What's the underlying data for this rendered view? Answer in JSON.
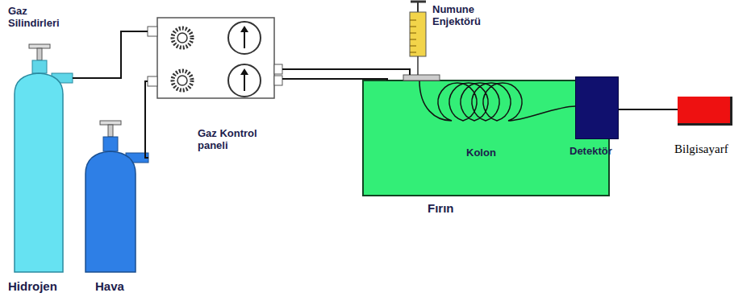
{
  "diagram": {
    "nodes": [
      {
        "text": [
          "Hidrojen"
        ]
      },
      {
        "text": [
          "Hava"
        ]
      },
      {
        "text": [
          "Gaz Kontrol paneli"
        ]
      },
      {
        "text": [
          "Numune Enjektörü"
        ]
      },
      {
        "text": [
          "Fırın"
        ]
      },
      {
        "text": [
          "Detektör"
        ],
        "in": 4
      },
      {
        "text": [
          "Bilgisayarf"
        ]
      }
    ],
    "edges": [
      {
        "from": 0,
        "to": 2,
        "arrow": "none"
      },
      {
        "from": 1,
        "to": 2,
        "arrow": "none"
      },
      {
        "from": 2,
        "to": 4,
        "arrow": "none"
      },
      {
        "from": 2,
        "to": 4,
        "arrow": "none"
      },
      {
        "from": 5,
        "to": 6,
        "arrow": "none"
      }
    ],
    "labels": [
      "Gaz Silindirleri",
      "Kolon"
    ]
  }
}
